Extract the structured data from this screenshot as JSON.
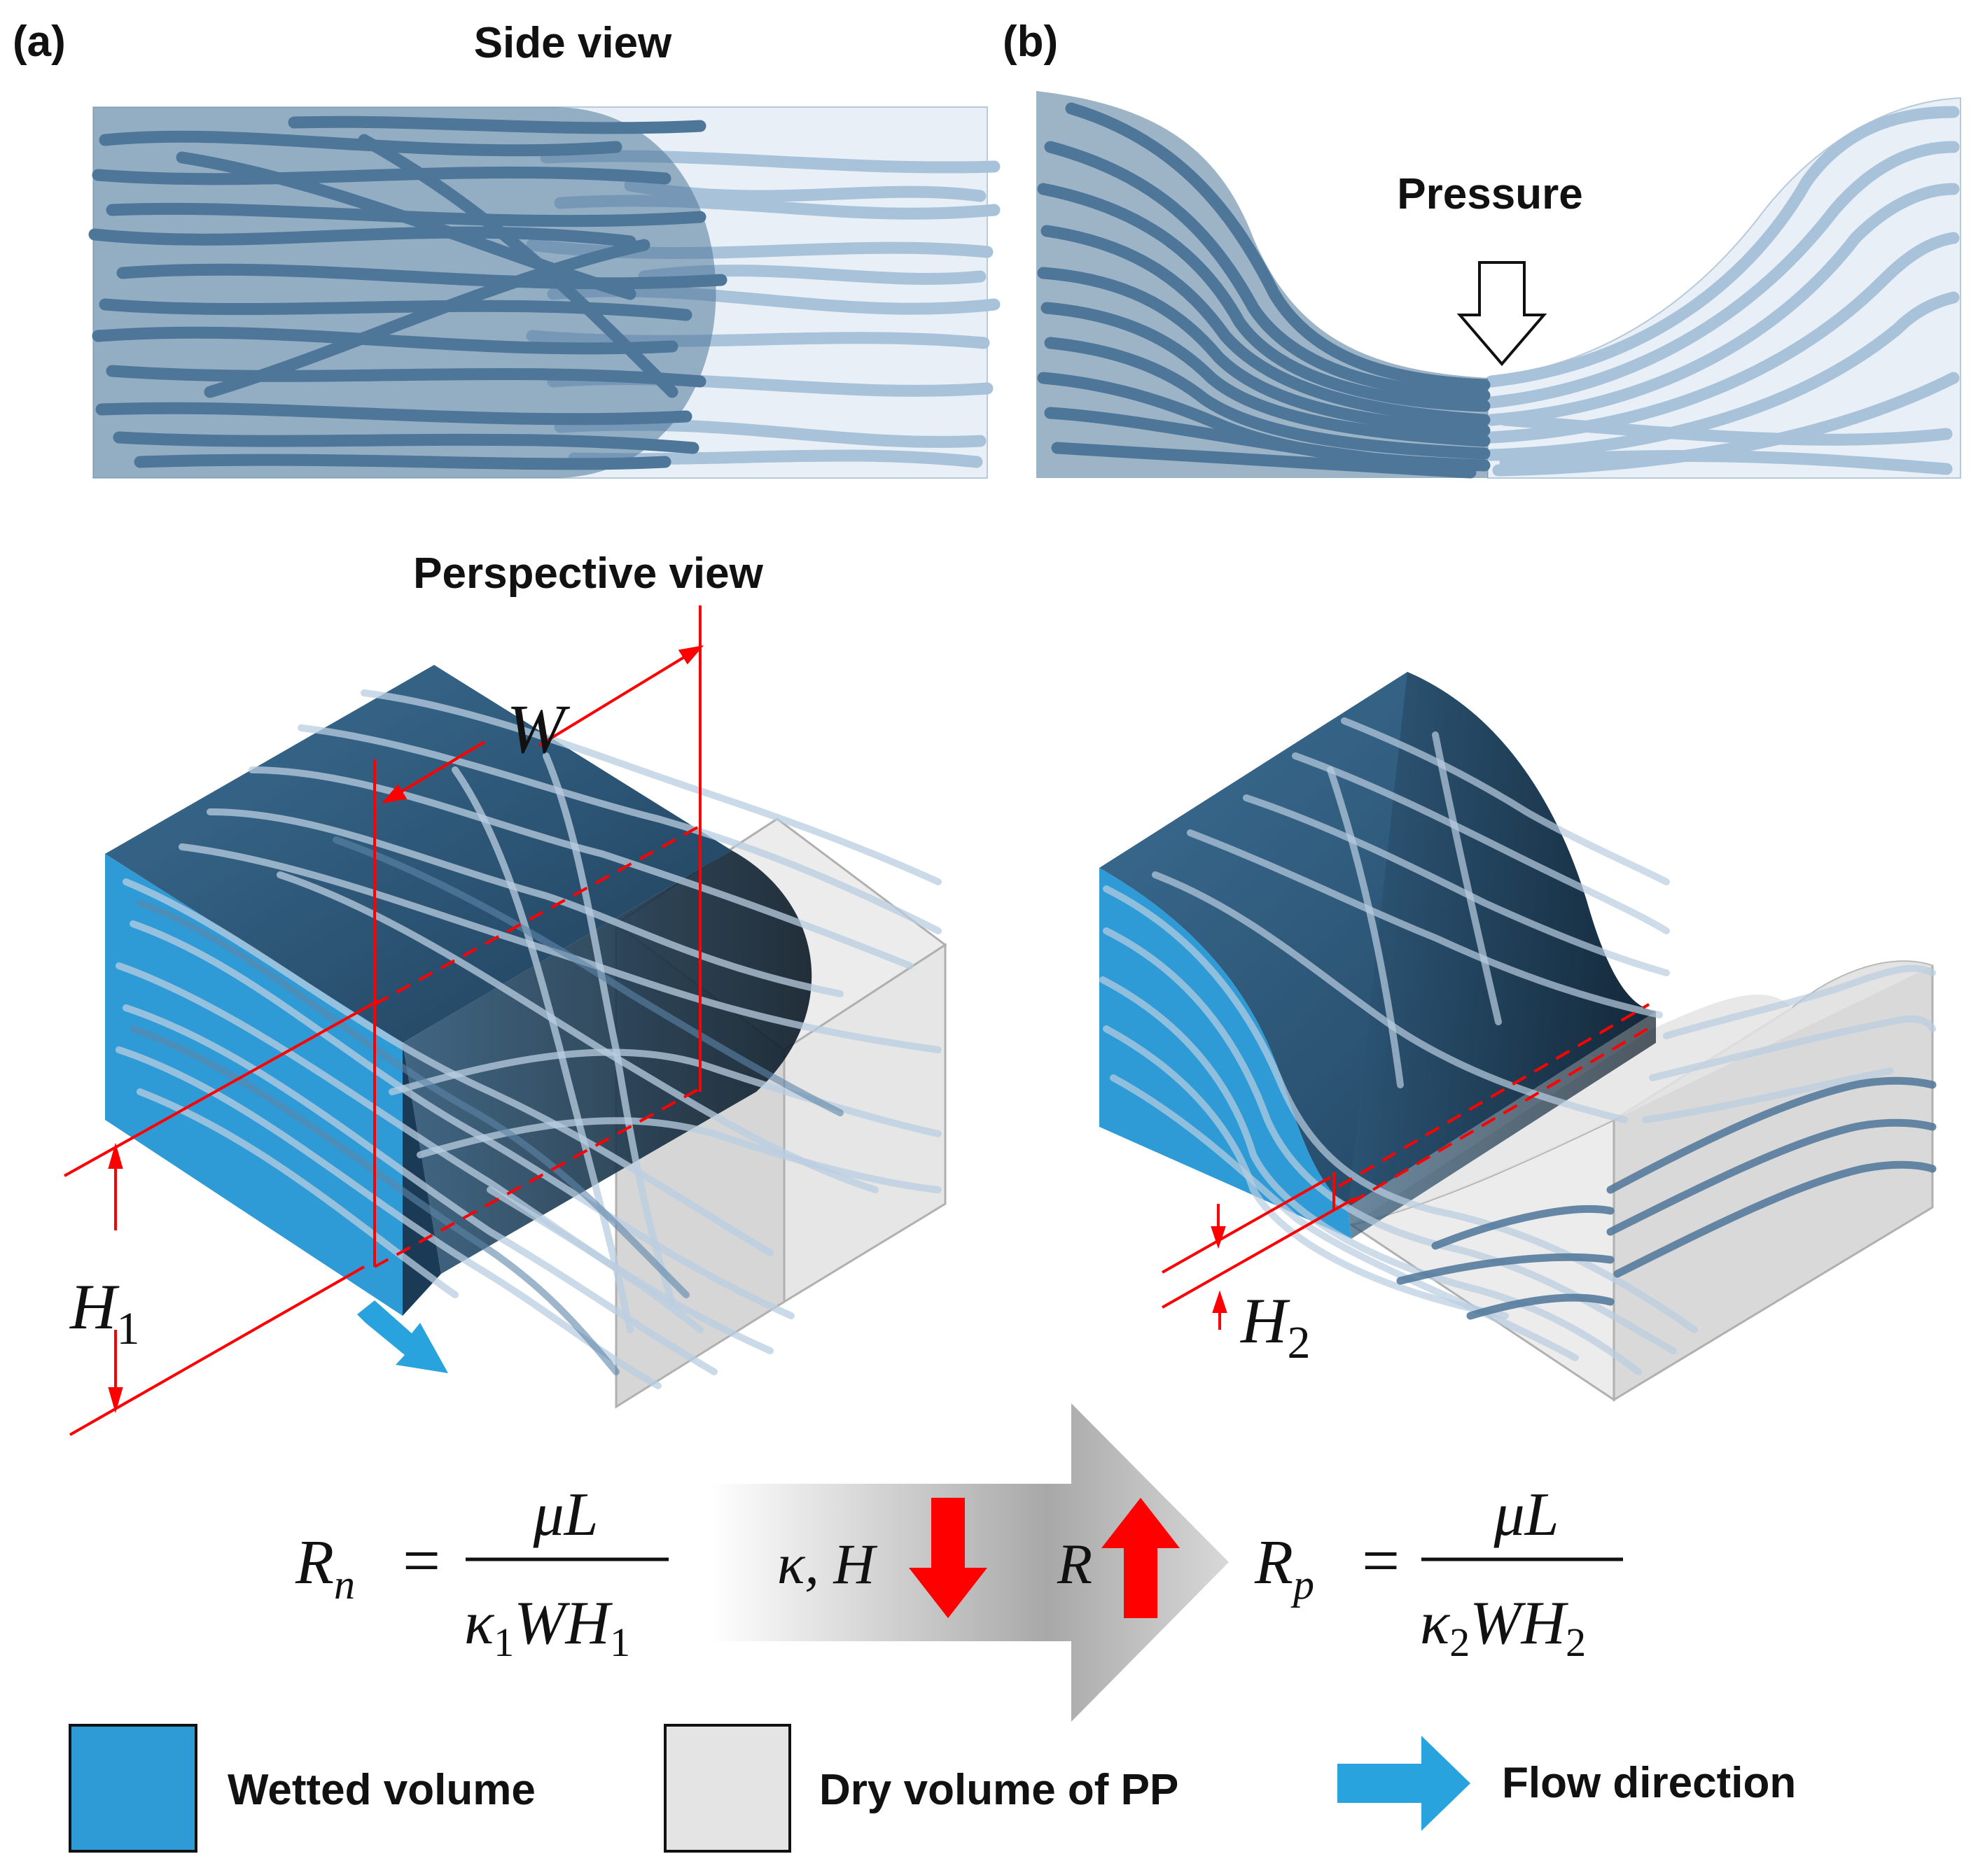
{
  "panels": {
    "a": {
      "label": "(a)",
      "side_title": "Side view",
      "persp_title": "Perspective view"
    },
    "b": {
      "label": "(b)",
      "pressure_label": "Pressure"
    }
  },
  "dimensions": {
    "width": "W",
    "height1": "H",
    "height1_sub": "1",
    "height2": "H",
    "height2_sub": "2"
  },
  "equations": {
    "left": {
      "lhs": "R",
      "lhs_sub": "n",
      "eq": "=",
      "numerator": "μL",
      "den_k": "κ",
      "den_k_sub": "1",
      "den_w": "WH",
      "den_w_sub": "1"
    },
    "right": {
      "lhs": "R",
      "lhs_sub": "p",
      "eq": "=",
      "numerator": "μL",
      "den_k": "κ",
      "den_k_sub": "2",
      "den_w": "WH",
      "den_w_sub": "2"
    },
    "arrow_left_text": "κ, H",
    "arrow_right_text": "R"
  },
  "legend": [
    {
      "key": "wetted",
      "label": "Wetted volume"
    },
    {
      "key": "dry",
      "label": "Dry volume of PP"
    },
    {
      "key": "flow",
      "label": "Flow direction"
    }
  ],
  "colors": {
    "wetted": "#2f9bd6",
    "wetted_dark": "#355f7f",
    "dry": "#e4e4e4",
    "fiber": "#4d7699",
    "fiber_light": "#a3bed7",
    "annotation": "#ff0000",
    "flow": "#29a3dd"
  }
}
